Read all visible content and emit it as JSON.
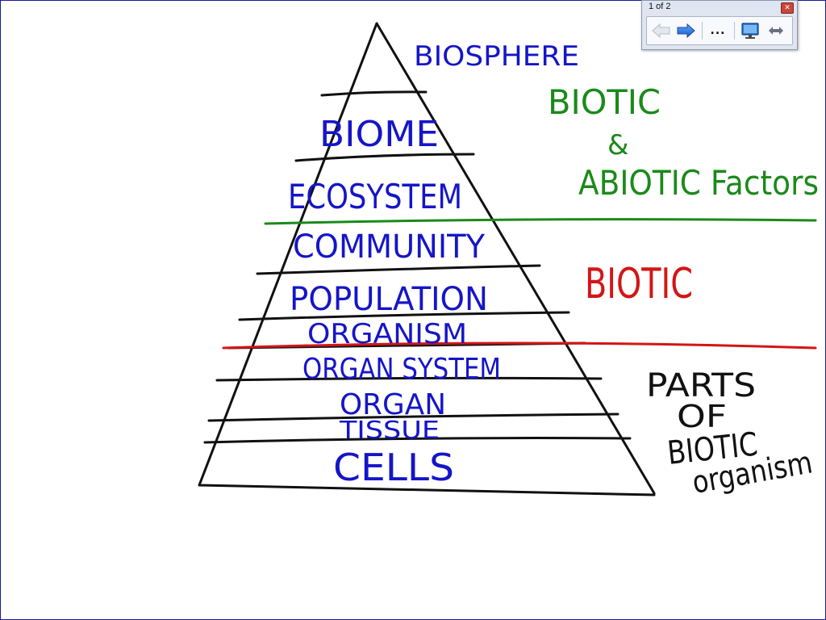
{
  "slide": {
    "levels": [
      "BIOSPHERE",
      "BIOME",
      "ECOSYSTEM",
      "COMMUNITY",
      "POPULATION",
      "ORGANISM",
      "ORGAN SYSTEM",
      "ORGAN",
      "TISSUE",
      "CELLS"
    ],
    "annotations": {
      "biotic_abiotic_line1": "BIOTIC",
      "biotic_abiotic_line2": "&",
      "biotic_abiotic_line3": "ABIOTIC Factors",
      "biotic": "BIOTIC",
      "parts_line1": "PARTS",
      "parts_line2": "OF",
      "parts_line3": "BIOTIC",
      "parts_line4": "organism"
    },
    "colors": {
      "levels": "#1515c8",
      "abiotic": "#1a8a1a",
      "biotic": "#d41515",
      "parts": "#111111",
      "divider_green": "#1a8a1a",
      "divider_red": "#d41515"
    }
  },
  "toolbar": {
    "page_indicator": "1 of 2",
    "close_icon": "close-icon",
    "prev_icon": "arrow-left-icon",
    "next_icon": "arrow-right-icon",
    "more_label": "...",
    "monitor_icon": "monitor-icon",
    "swap_icon": "swap-arrows-icon"
  }
}
